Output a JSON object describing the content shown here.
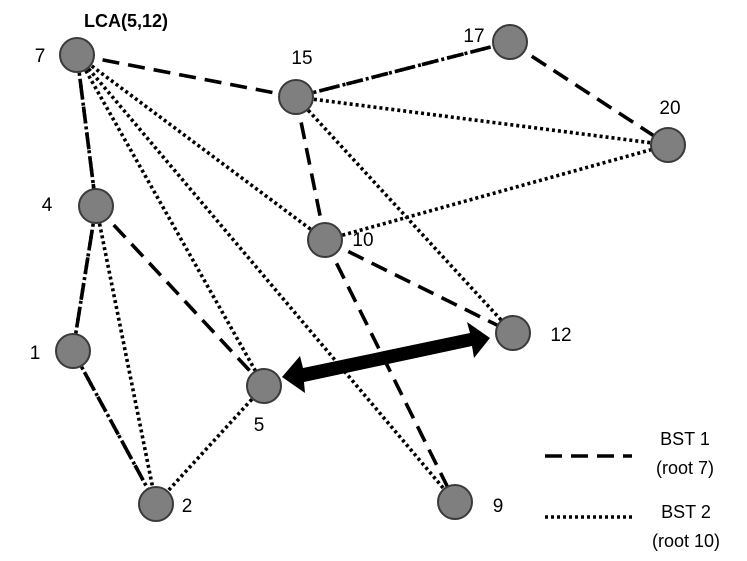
{
  "title": "LCA(5,12)",
  "colors": {
    "node_fill": "#7f7f7f",
    "node_stroke": "#3a3a3a",
    "edge": "#000000",
    "arrow": "#000000"
  },
  "nodes": [
    {
      "id": "7",
      "label": "7"
    },
    {
      "id": "15",
      "label": "15"
    },
    {
      "id": "17",
      "label": "17"
    },
    {
      "id": "20",
      "label": "20"
    },
    {
      "id": "4",
      "label": "4"
    },
    {
      "id": "10",
      "label": "10"
    },
    {
      "id": "12",
      "label": "12"
    },
    {
      "id": "1",
      "label": "1"
    },
    {
      "id": "5",
      "label": "5"
    },
    {
      "id": "2",
      "label": "2"
    },
    {
      "id": "9",
      "label": "9"
    }
  ],
  "bst1_edges": [
    [
      "7",
      "15"
    ],
    [
      "15",
      "17"
    ],
    [
      "17",
      "20"
    ],
    [
      "7",
      "4"
    ],
    [
      "4",
      "1"
    ],
    [
      "4",
      "5"
    ],
    [
      "1",
      "2"
    ],
    [
      "15",
      "10"
    ],
    [
      "10",
      "12"
    ],
    [
      "10",
      "9"
    ]
  ],
  "bst2_edges": [
    [
      "10",
      "7"
    ],
    [
      "10",
      "20"
    ],
    [
      "7",
      "4"
    ],
    [
      "7",
      "5"
    ],
    [
      "7",
      "9"
    ],
    [
      "4",
      "1"
    ],
    [
      "4",
      "2"
    ],
    [
      "5",
      "2"
    ],
    [
      "1",
      "2"
    ],
    [
      "20",
      "15"
    ],
    [
      "15",
      "17"
    ],
    [
      "15",
      "12"
    ]
  ],
  "highlight": {
    "from": "5",
    "to": "12",
    "style": "double-arrow"
  },
  "legend": {
    "bst1_line1": "BST 1",
    "bst1_line2": "(root 7)",
    "bst2_line1": "BST 2",
    "bst2_line2": "(root 10)"
  }
}
